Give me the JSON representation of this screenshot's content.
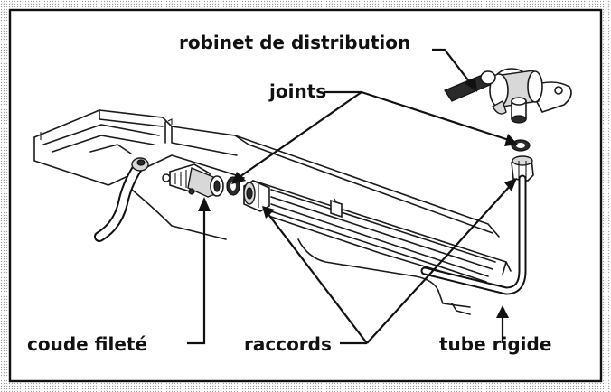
{
  "labels": {
    "robinet": "robinet de distribution",
    "joints": "joints",
    "coude": "coude fileté",
    "raccords": "raccords",
    "tube": "tube rigide"
  }
}
